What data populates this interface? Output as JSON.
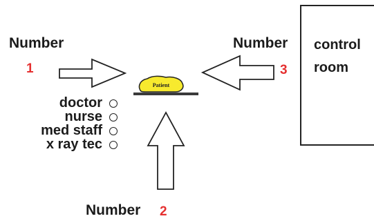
{
  "positions": {
    "one": {
      "label": "Number",
      "number": "1"
    },
    "two": {
      "label": "Number",
      "number": "2"
    },
    "three": {
      "label": "Number",
      "number": "3"
    }
  },
  "patient": {
    "label": "Patient",
    "color": "#f7ea2e"
  },
  "control_room": {
    "line1": "control",
    "line2": "room"
  },
  "staff": [
    "doctor",
    "nurse",
    "med staff",
    "x ray tec"
  ],
  "colors": {
    "number": "#e53030",
    "text": "#1b1b1b",
    "stroke": "#222222"
  }
}
